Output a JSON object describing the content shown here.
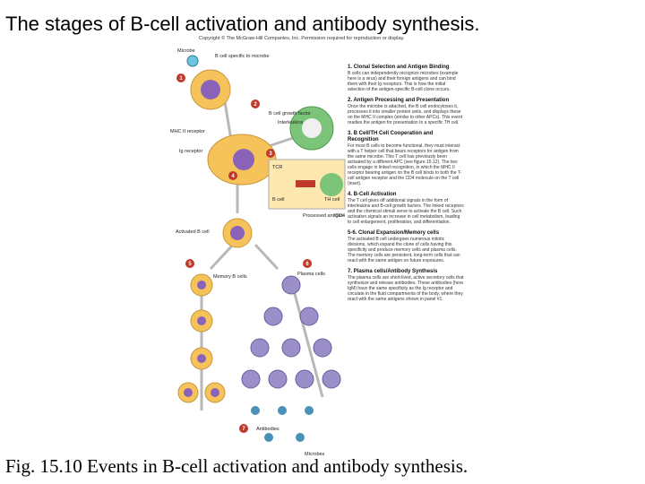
{
  "slide_title": "The stages of B-cell activation and antibody synthesis.",
  "caption": "Fig. 15.10 Events in B-cell activation and antibody synthesis.",
  "figure": {
    "copyright": "Copyright © The McGraw-Hill Companies, Inc. Permission required for reproduction or display.",
    "labels": {
      "microbe_top": "Microbe",
      "bcell_specific": "B cell specific to microbe",
      "bcell_growth_factor": "B cell growth factor",
      "interleukins": "Interleukins",
      "mhc2_receptor": "MHC II receptor",
      "ig_receptor": "Ig receptor",
      "tcr": "TCR",
      "b_cell": "B cell",
      "th_cell": "TH cell",
      "processed_antigen": "Processed antigen",
      "cd4": "CD4",
      "activated_b_cell": "Activated B cell",
      "memory_b_cells": "Memory B cells",
      "plasma_cells": "Plasma cells",
      "antibodies": "Antibodies",
      "microbes_bottom": "Microbes"
    },
    "step_numbers": [
      "1",
      "2",
      "3",
      "4",
      "5",
      "6",
      "7"
    ],
    "steps": [
      {
        "title": "1. Clonal Selection and Antigen Binding",
        "text": "B cells can independently recognize microbes (example here is a virus) and their foreign antigens and can bind them with their Ig receptors. This is how the initial selection of the antigen-specific B-cell clone occurs."
      },
      {
        "title": "2. Antigen Processing and Presentation",
        "text": "Once the microbe is attached, the B cell endocytoses it, processes it into smaller protein units, and displays these on the MHC II complex (similar to other APCs). This event readies the antigen for presentation to a specific TH cell."
      },
      {
        "title": "3. B Cell/TH Cell Cooperation and Recognition",
        "text": "For most B cells to become functional, they must interact with a T helper cell that bears receptors for antigen from the same microbe. This T cell has previously been activated by a different APC (see figure 15.12). The two cells engage in linked recognition, in which the MHC II receptor bearing antigen on the B cell binds to both the T-cell antigen receptor and the CD4 molecule on the T cell (inset)."
      },
      {
        "title": "4. B-Cell Activation",
        "text": "The T cell gives off additional signals in the form of interleukins and B-cell growth factors. The linked receptors and the chemical stimuli serve to activate the B cell. Such activation signals an increase in cell metabolism, leading to cell enlargement, proliferation, and differentiation."
      },
      {
        "title": "5-6. Clonal Expansion/Memory cells",
        "text": "The activated B cell undergoes numerous mitotic divisions, which expand the clone of cells having this specificity and produce memory cells and plasma cells. The memory cells are persistent, long-term cells that can react with the same antigen on future exposures."
      },
      {
        "title": "7. Plasma cells/Antibody Synthesis",
        "text": "The plasma cells are short-lived, active secretory cells that synthesize and release antibodies. These antibodies (here IgM) have the same specificity as the Ig receptor and circulate in the fluid compartments of the body, where they react with the same antigens shown in panel #1."
      }
    ],
    "colors": {
      "b_cell": "#f5c35a",
      "b_cell_nucleus": "#8a63b8",
      "th_cell": "#7cc47a",
      "plasma_cell": "#9a8fc8",
      "step_marker": "#c0392b",
      "arrow": "#b8b8b8",
      "inset_bg": "#fde8b0"
    }
  }
}
